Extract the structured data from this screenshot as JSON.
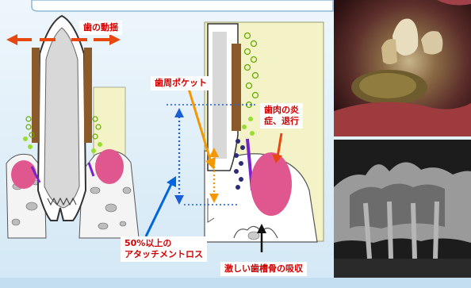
{
  "labels": {
    "tooth_mobility": "歯の動揺",
    "periodontal_pocket": "歯周ポケット",
    "gingival_inflammation_line1": "歯肉の炎",
    "gingival_inflammation_line2": "症、退行",
    "attachment_loss_line1": "50%以上の",
    "attachment_loss_line2": "アタッチメントロス",
    "bone_resorption": "激しい歯槽骨の吸収"
  },
  "colors": {
    "background": "#d9ecf7",
    "panel": "#f3f3c7",
    "label_text": "#d10000",
    "arrow_red": "#e8480f",
    "arrow_orange": "#f39800",
    "arrow_blue": "#0066dd",
    "dotted_blue": "#1a5fd6",
    "inflammation": "#e0568f",
    "calculus": "#8b5a2b",
    "bacteria": "#99dd33"
  }
}
